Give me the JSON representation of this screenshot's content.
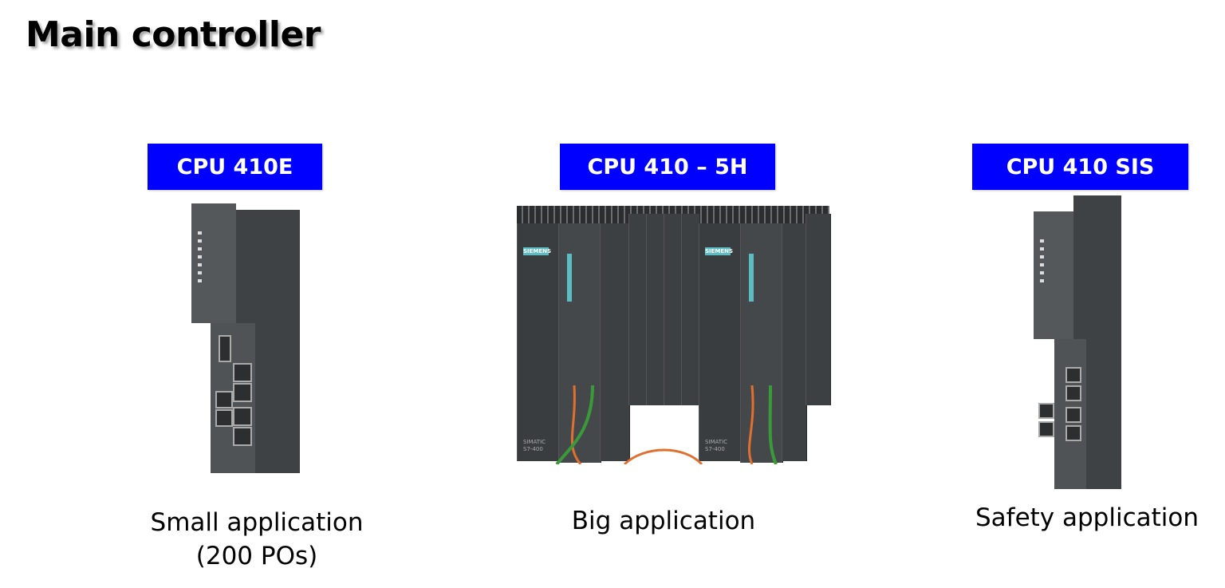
{
  "slide": {
    "title": "Main controller",
    "accent_color": "#0000ff",
    "products": [
      {
        "label": "CPU 410E",
        "caption_line1": "Small application",
        "caption_line2": "(200 POs)",
        "image": "cpu-410e-module-photo"
      },
      {
        "label": "CPU 410 – 5H",
        "caption_line1": "Big application",
        "image": "cpu-410-5h-redundant-rack-photo",
        "brand": "SIEMENS",
        "series": "SIMATIC S7-400"
      },
      {
        "label": "CPU 410 SIS",
        "caption_line1": "Safety application",
        "image": "cpu-410-sis-module-photo"
      }
    ]
  }
}
